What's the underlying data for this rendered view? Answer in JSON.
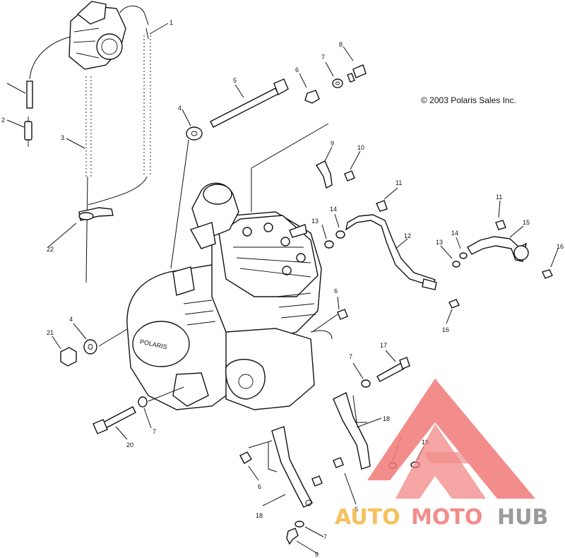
{
  "copyright": "© 2003 Polaris Sales Inc.",
  "engine_brand": "POLARIS",
  "callouts": [
    {
      "id": "c1",
      "label": "1"
    },
    {
      "id": "c2",
      "label": "2"
    },
    {
      "id": "c3",
      "label": "3"
    },
    {
      "id": "c4a",
      "label": "4"
    },
    {
      "id": "c4b",
      "label": "4"
    },
    {
      "id": "c5",
      "label": "5"
    },
    {
      "id": "c6a",
      "label": "6"
    },
    {
      "id": "c6b",
      "label": "6"
    },
    {
      "id": "c6c",
      "label": "6"
    },
    {
      "id": "c6d",
      "label": "6"
    },
    {
      "id": "c7a",
      "label": "7"
    },
    {
      "id": "c7b",
      "label": "7"
    },
    {
      "id": "c7c",
      "label": "7"
    },
    {
      "id": "c7d",
      "label": "7"
    },
    {
      "id": "c7e",
      "label": "7"
    },
    {
      "id": "c8",
      "label": "8"
    },
    {
      "id": "c9a",
      "label": "9"
    },
    {
      "id": "c9b",
      "label": "9"
    },
    {
      "id": "c10",
      "label": "10"
    },
    {
      "id": "c11a",
      "label": "11"
    },
    {
      "id": "c11b",
      "label": "11"
    },
    {
      "id": "c12",
      "label": "12"
    },
    {
      "id": "c13a",
      "label": "13"
    },
    {
      "id": "c13b",
      "label": "13"
    },
    {
      "id": "c14a",
      "label": "14"
    },
    {
      "id": "c14b",
      "label": "14"
    },
    {
      "id": "c15",
      "label": "15"
    },
    {
      "id": "c16a",
      "label": "16"
    },
    {
      "id": "c16b",
      "label": "16"
    },
    {
      "id": "c17",
      "label": "17"
    },
    {
      "id": "c18a",
      "label": "18"
    },
    {
      "id": "c18b",
      "label": "18"
    },
    {
      "id": "c19",
      "label": "19"
    },
    {
      "id": "c20",
      "label": "20"
    },
    {
      "id": "c21",
      "label": "21"
    },
    {
      "id": "c22",
      "label": "22"
    }
  ],
  "watermark": {
    "parts": [
      "AUTO",
      "MOTO",
      "HUB"
    ],
    "colors": {
      "auto": "#f5b640",
      "moto": "#f07a78",
      "hub": "#8a8a8a",
      "logo": "#f07a78"
    }
  }
}
